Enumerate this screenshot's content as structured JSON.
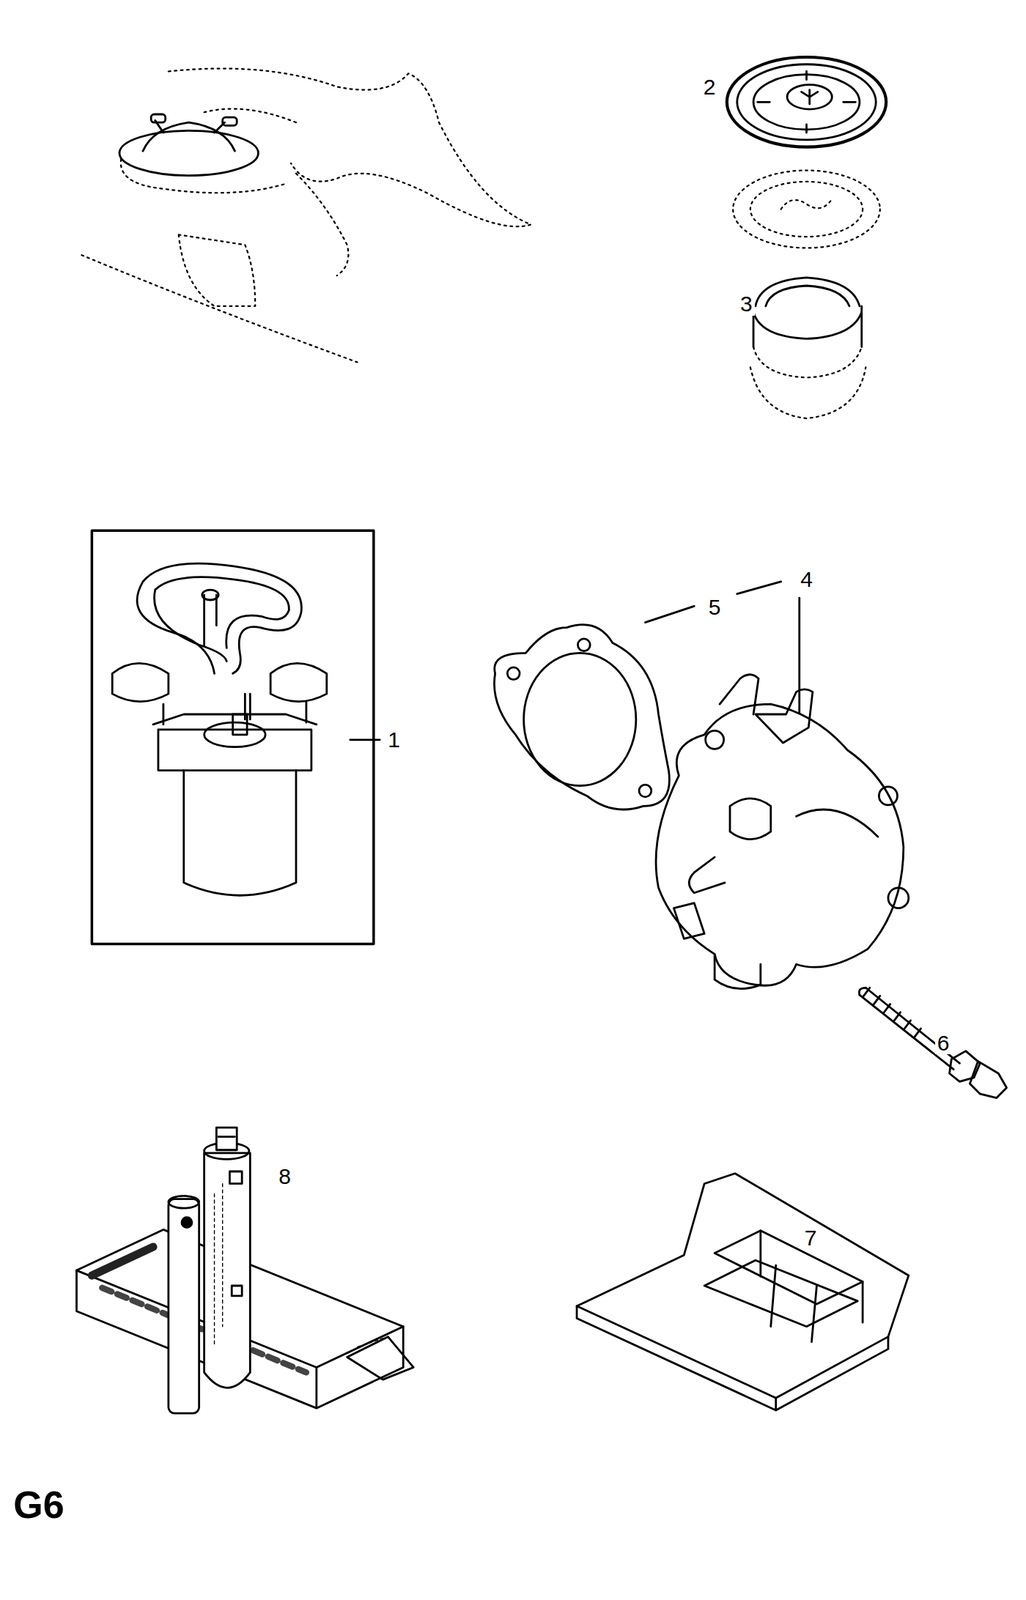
{
  "diagram": {
    "labels": [
      "2",
      "3",
      "1",
      "5",
      "4",
      "6",
      "8",
      "7",
      "G6"
    ]
  }
}
